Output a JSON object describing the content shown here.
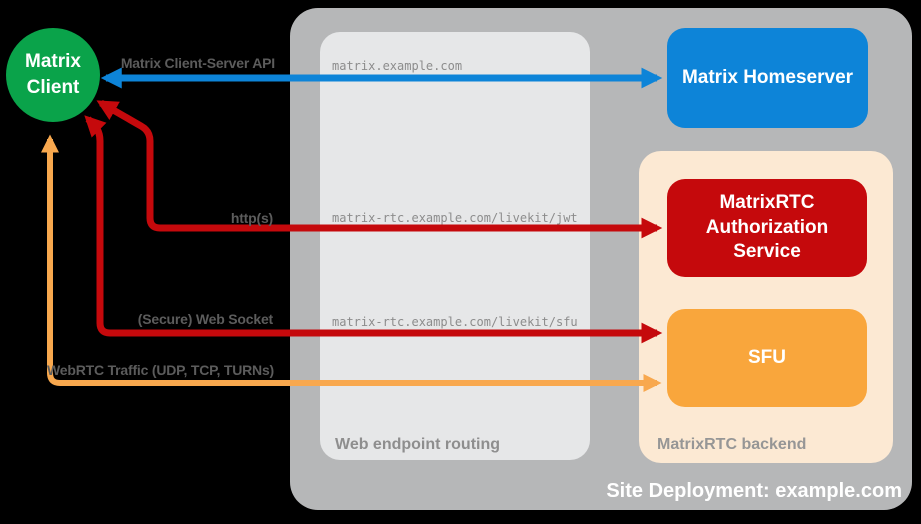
{
  "nodes": {
    "client": {
      "label": "Matrix Client",
      "color": "#0aa34a"
    },
    "homeserver": {
      "label": "Matrix Homeserver",
      "color": "#0d84d8"
    },
    "auth": {
      "label": "MatrixRTC Authorization Service",
      "color": "#c5090c"
    },
    "sfu": {
      "label": "SFU",
      "color": "#f9a63c"
    }
  },
  "containers": {
    "site": {
      "label": "Site Deployment: example.com",
      "color": "#b6b7b8"
    },
    "routing": {
      "label": "Web endpoint routing",
      "color": "#e6e7e8"
    },
    "backend": {
      "label": "MatrixRTC backend",
      "color": "#fce9d3"
    }
  },
  "endpoints": [
    {
      "host": "matrix.example.com"
    },
    {
      "host": "matrix-rtc.example.com/livekit/jwt"
    },
    {
      "host": "matrix-rtc.example.com/livekit/sfu"
    }
  ],
  "arrows": [
    {
      "label": "Matrix Client-Server API",
      "color": "#0d84d8"
    },
    {
      "label": "http(s)",
      "color": "#c5090c"
    },
    {
      "label": "(Secure) Web Socket",
      "color": "#c5090c"
    },
    {
      "label": "WebRTC Traffic (UDP, TCP, TURNs)",
      "color": "#f8a84e"
    }
  ]
}
